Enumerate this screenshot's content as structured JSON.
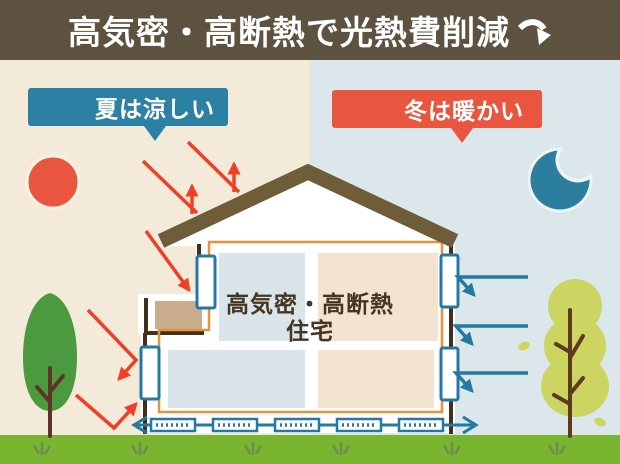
{
  "header": {
    "title": "高気密・高断熱で光熱費削減",
    "arrow_icon": "curved-arrow-down-right",
    "bg_color": "#5c523f",
    "text_color": "#ffffff"
  },
  "banners": {
    "summer": {
      "label": "夏は涼しい",
      "color": "#2b80a3"
    },
    "winter": {
      "label": "冬は暖かい",
      "color": "#e9553f"
    }
  },
  "house": {
    "label_line1": "高気密・高断熱",
    "label_line2": "住宅",
    "roof_color": "#6f5c39",
    "wall_color": "#42301c",
    "insulation_outline_color": "#e8923c",
    "window_frame_color": "#2478a2",
    "cool_room_color": "#d9e5e9",
    "warm_room_color": "#f3e3d0",
    "balcony_color": "#c9ad8d",
    "underfloor_vent_count": 5
  },
  "symbols": {
    "sun_icon": "red-sun-circle",
    "moon_icon": "teal-crescent-moon",
    "sun_color": "#e9553f",
    "moon_color": "#2b7e9e",
    "heat_ray_color": "#ee3f28",
    "cold_air_color": "#2478a2"
  },
  "ground": {
    "grass_color": "#79b52e",
    "tuft_color": "#6d8c54",
    "tree_left_color": "#4b9a3f",
    "tree_right_color": "#ccd562",
    "trunk_left_color": "#5f3327",
    "trunk_right_color": "#5e3a20"
  },
  "backgrounds": {
    "summer_bg": "#f4ead9",
    "winter_bg": "#dbe7ea"
  }
}
